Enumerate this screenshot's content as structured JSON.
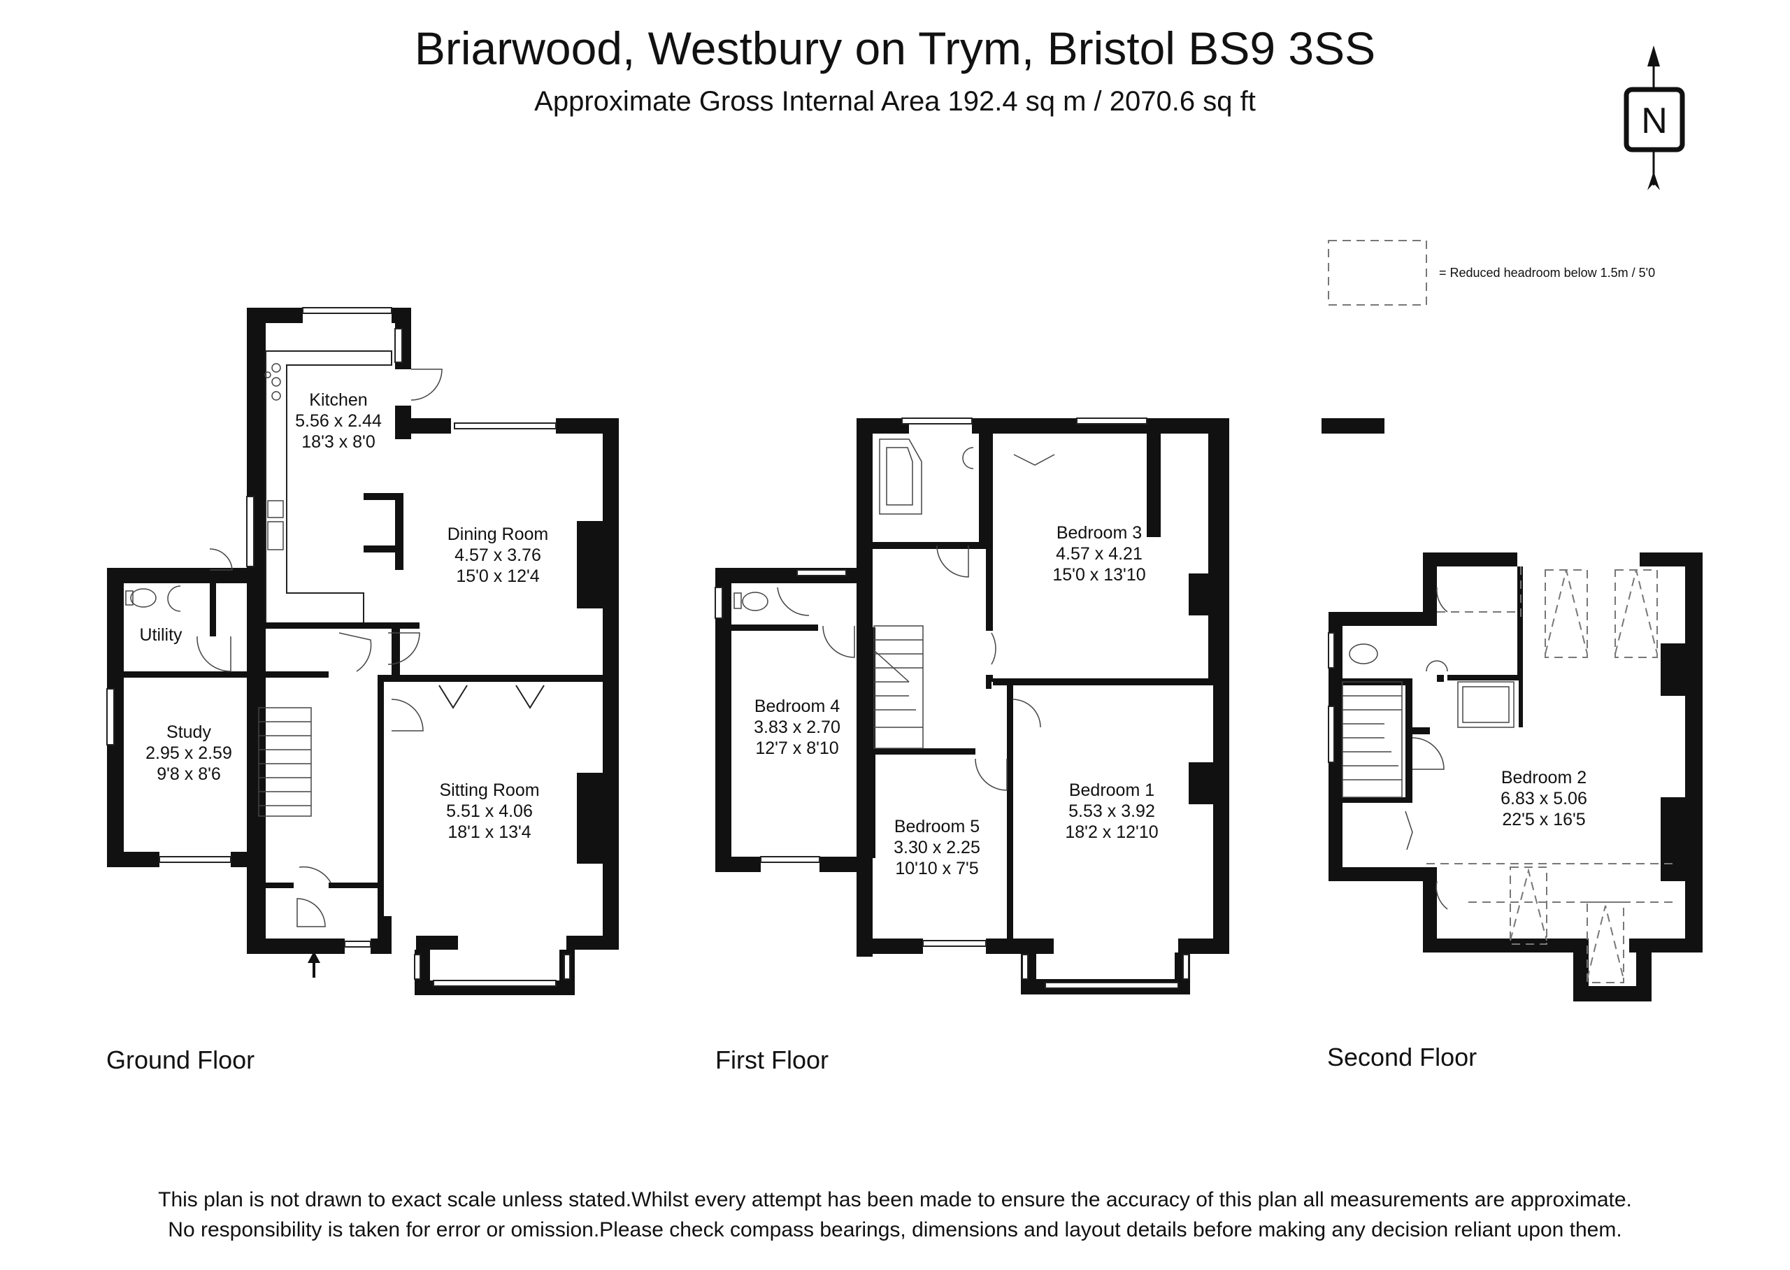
{
  "header": {
    "title": "Briarwood, Westbury on Trym, Bristol BS9 3SS",
    "subtitle": "Approximate Gross Internal Area 192.4 sq m / 2070.6 sq ft"
  },
  "compass": {
    "letter": "N"
  },
  "legend": {
    "text": "=  Reduced headroom below 1.5m / 5'0"
  },
  "floors": [
    {
      "name": "Ground Floor",
      "rooms": [
        {
          "name": "Kitchen",
          "metric": "5.56 x 2.44",
          "imperial": "18'3 x 8'0"
        },
        {
          "name": "Dining Room",
          "metric": "4.57 x 3.76",
          "imperial": "15'0 x 12'4"
        },
        {
          "name": "Utility"
        },
        {
          "name": "Study",
          "metric": "2.95 x 2.59",
          "imperial": "9'8 x 8'6"
        },
        {
          "name": "Sitting Room",
          "metric": "5.51 x 4.06",
          "imperial": "18'1 x 13'4"
        }
      ]
    },
    {
      "name": "First Floor",
      "rooms": [
        {
          "name": "Bedroom 3",
          "metric": "4.57 x 4.21",
          "imperial": "15'0 x 13'10"
        },
        {
          "name": "Bedroom 4",
          "metric": "3.83 x 2.70",
          "imperial": "12'7 x 8'10"
        },
        {
          "name": "Bedroom 1",
          "metric": "5.53 x 3.92",
          "imperial": "18'2 x 12'10"
        },
        {
          "name": "Bedroom 5",
          "metric": "3.30 x 2.25",
          "imperial": "10'10 x 7'5"
        }
      ]
    },
    {
      "name": "Second Floor",
      "rooms": [
        {
          "name": "Bedroom 2",
          "metric": "6.83 x 5.06",
          "imperial": "22'5 x 16'5"
        }
      ]
    }
  ],
  "footer": {
    "line1": "This plan is not drawn to exact scale unless stated.Whilst every attempt has been made to ensure the accuracy of this plan all measurements are approximate.",
    "line2": "No responsibility is taken for error or omission.Please check compass bearings, dimensions and layout details before making any decision reliant upon them."
  }
}
